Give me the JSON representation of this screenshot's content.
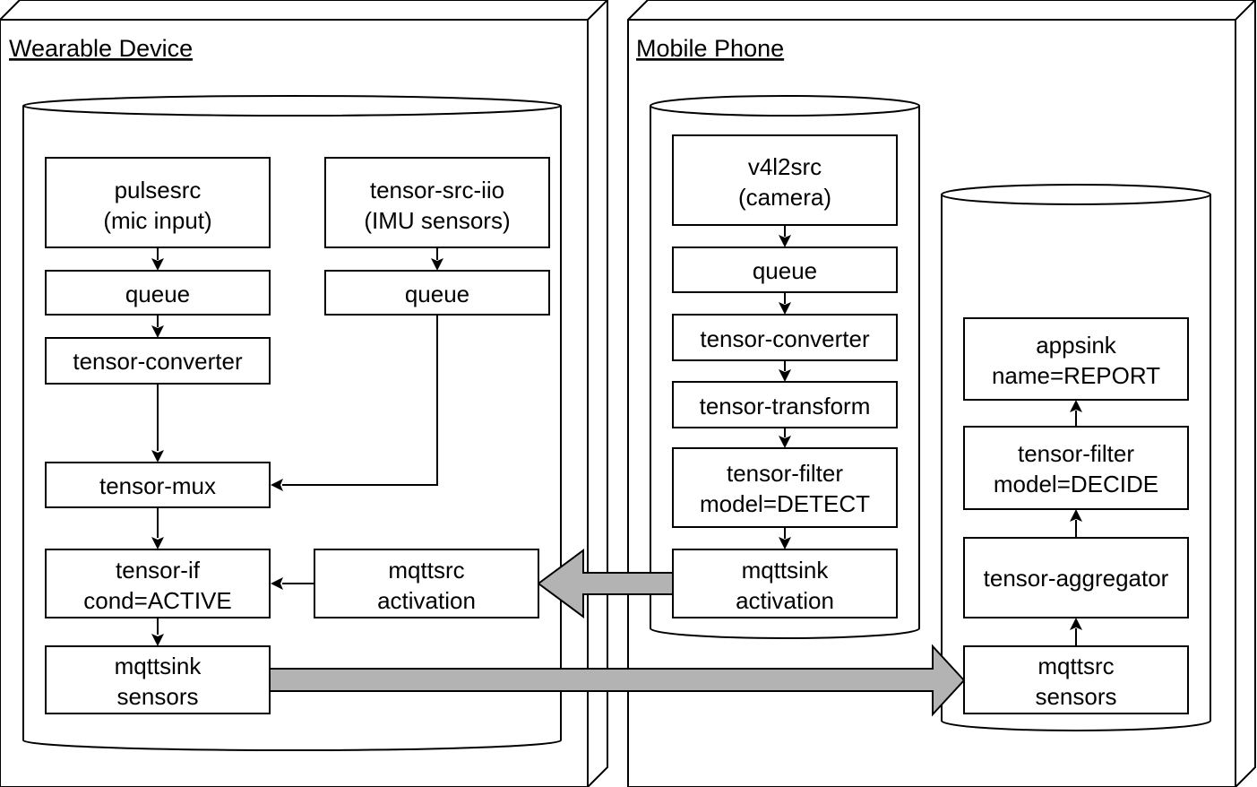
{
  "devices": {
    "wearable": {
      "title": "Wearable Device"
    },
    "phone": {
      "title": "Mobile Phone"
    }
  },
  "nodes": {
    "pulsesrc": {
      "line1": "pulsesrc",
      "line2": "(mic input)"
    },
    "tensor_src_iio": {
      "line1": "tensor-src-iio",
      "line2": "(IMU sensors)"
    },
    "w_queue1": {
      "line1": "queue"
    },
    "w_queue2": {
      "line1": "queue"
    },
    "w_tensor_converter": {
      "line1": "tensor-converter"
    },
    "tensor_mux": {
      "line1": "tensor-mux"
    },
    "tensor_if": {
      "line1": "tensor-if",
      "line2": "cond=ACTIVE"
    },
    "w_mqttsrc": {
      "line1": "mqttsrc",
      "line2": "activation"
    },
    "w_mqttsink": {
      "line1": "mqttsink",
      "line2": "sensors"
    },
    "v4l2src": {
      "line1": "v4l2src",
      "line2": "(camera)"
    },
    "p_queue": {
      "line1": "queue"
    },
    "p_tensor_converter": {
      "line1": "tensor-converter"
    },
    "tensor_transform": {
      "line1": "tensor-transform"
    },
    "tensor_filter_detect": {
      "line1": "tensor-filter",
      "line2": "model=DETECT"
    },
    "p_mqttsink": {
      "line1": "mqttsink",
      "line2": "activation"
    },
    "appsink": {
      "line1": "appsink",
      "line2": "name=REPORT"
    },
    "tensor_filter_decide": {
      "line1": "tensor-filter",
      "line2": "model=DECIDE"
    },
    "tensor_aggregator": {
      "line1": "tensor-aggregator"
    },
    "p_mqttsrc": {
      "line1": "mqttsrc",
      "line2": "sensors"
    }
  },
  "colors": {
    "stroke": "#000000",
    "fill": "#ffffff",
    "network_arrow": "#b3b3b3"
  }
}
